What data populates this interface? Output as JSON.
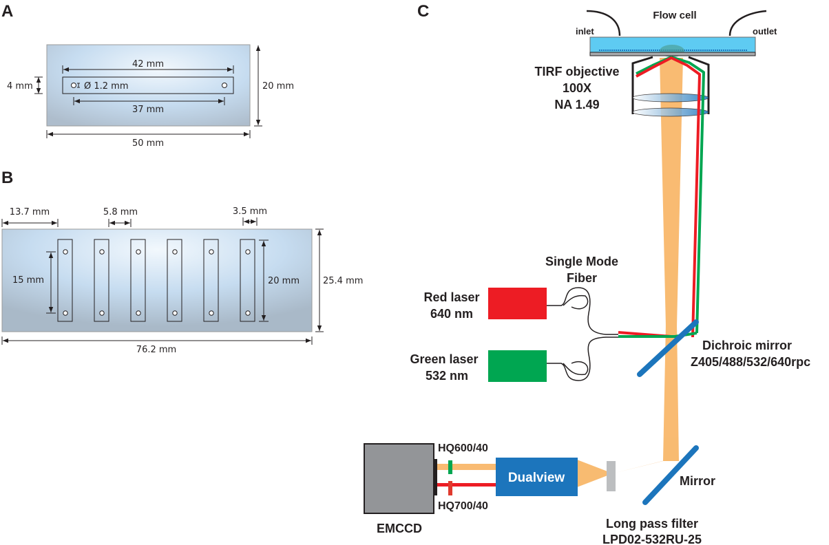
{
  "panels": {
    "a": {
      "label": "A",
      "dimensions": {
        "channel_length": "42 mm",
        "hole_spacing": "37 mm",
        "channel_width": "4 mm",
        "hole_diameter": "Ø 1.2 mm",
        "slide_height": "20 mm",
        "slide_width": "50 mm"
      }
    },
    "b": {
      "label": "B",
      "channel_count": 6,
      "dimensions": {
        "edge_offset": "13.7 mm",
        "channel_gap": "5.8 mm",
        "channel_width": "3.5 mm",
        "hole_spacing": "15 mm",
        "channel_length": "20 mm",
        "slide_height": "25.4 mm",
        "slide_width": "76.2 mm"
      }
    },
    "c": {
      "label": "C",
      "flow_cell": {
        "title": "Flow cell",
        "inlet": "inlet",
        "outlet": "outlet"
      },
      "objective": {
        "line1": "TIRF objective",
        "line2": "100X",
        "line3": "NA 1.49"
      },
      "fiber": {
        "line1": "Single Mode",
        "line2": "Fiber"
      },
      "red_laser": {
        "line1": "Red laser",
        "line2": "640 nm",
        "color": "#ed1c24"
      },
      "green_laser": {
        "line1": "Green laser",
        "line2": "532 nm",
        "color": "#00a651"
      },
      "dichroic": {
        "line1": "Dichroic mirror",
        "line2": "Z405/488/532/640rpc"
      },
      "mirror": {
        "label": "Mirror"
      },
      "long_pass": {
        "line1": "Long pass filter",
        "line2": "LPD02-532RU-25"
      },
      "dualview": {
        "label": "Dualview"
      },
      "camera": {
        "label": "EMCCD"
      },
      "filter_top": {
        "label": "HQ600/40"
      },
      "filter_bottom": {
        "label": "HQ700/40"
      }
    }
  },
  "colors": {
    "emission_beam": "#f7a84a",
    "mirror_blue": "#1c75bc",
    "flow_cell_fill": "#5ecbf2",
    "camera_gray": "#939598",
    "filter_gray": "#bcbec0"
  }
}
